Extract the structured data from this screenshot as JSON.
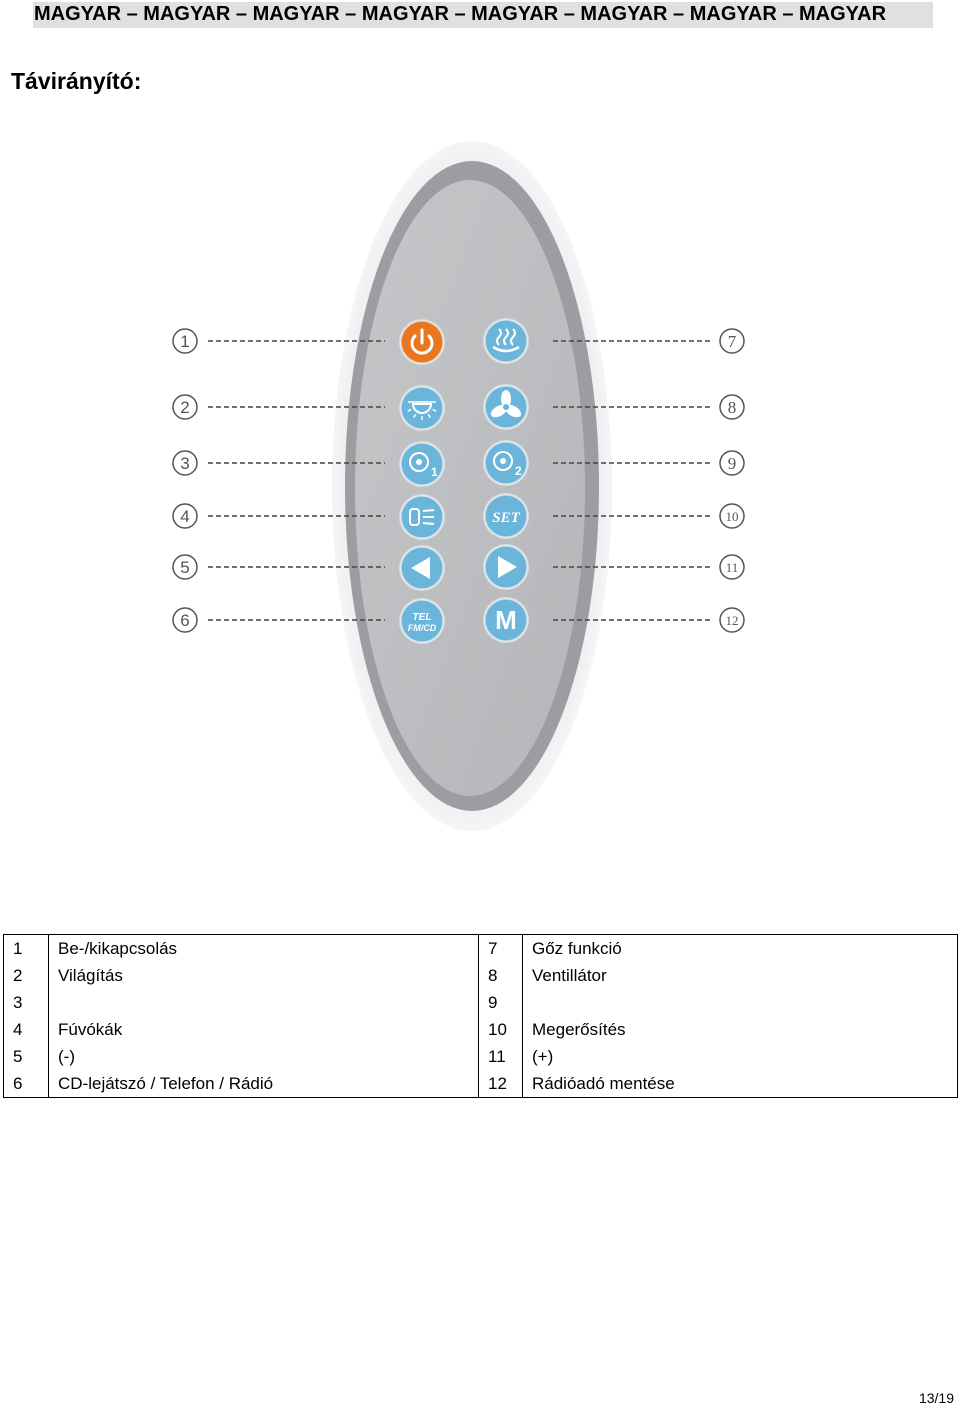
{
  "header": {
    "text": "MAGYAR – MAGYAR – MAGYAR – MAGYAR – MAGYAR – MAGYAR – MAGYAR – MAGYAR"
  },
  "section_title": "Távirányító:",
  "remote": {
    "callouts_left": [
      "1",
      "2",
      "3",
      "4",
      "5",
      "6"
    ],
    "callouts_right": [
      "7",
      "8",
      "9",
      "10",
      "11",
      "12"
    ],
    "buttons_left": [
      {
        "icon": "power-icon",
        "color": "#e87722"
      },
      {
        "icon": "light-icon",
        "color": "#6ab5d9"
      },
      {
        "icon": "nozzle-1-icon",
        "color": "#6ab5d9",
        "glyph": "1"
      },
      {
        "icon": "jets-icon",
        "color": "#6ab5d9"
      },
      {
        "icon": "left-arrow-icon",
        "color": "#6ab5d9"
      },
      {
        "icon": "tel-fm-cd-icon",
        "color": "#6ab5d9",
        "line1": "TEL",
        "line2": "FM/CD"
      }
    ],
    "buttons_right": [
      {
        "icon": "steam-icon",
        "color": "#6ab5d9"
      },
      {
        "icon": "fan-icon",
        "color": "#6ab5d9"
      },
      {
        "icon": "nozzle-2-icon",
        "color": "#6ab5d9",
        "glyph": "2"
      },
      {
        "icon": "set-icon",
        "color": "#6ab5d9",
        "glyph": "SET"
      },
      {
        "icon": "right-arrow-icon",
        "color": "#6ab5d9"
      },
      {
        "icon": "memory-icon",
        "color": "#6ab5d9",
        "glyph": "M"
      }
    ]
  },
  "legend": {
    "rows": [
      {
        "n1": "1",
        "l1": "Be-/kikapcsolás",
        "n2": "7",
        "l2": "Gőz funkció"
      },
      {
        "n1": "2",
        "l1": "Világítás",
        "n2": "8",
        "l2": "Ventillátor"
      },
      {
        "n1": "3",
        "l1": "",
        "n2": "9",
        "l2": ""
      },
      {
        "n1": "4",
        "l1": "Fúvókák",
        "n2": "10",
        "l2": "Megerősítés"
      },
      {
        "n1": "5",
        "l1": "(-)",
        "n2": "11",
        "l2": "(+)"
      },
      {
        "n1": "6",
        "l1": "CD-lejátszó / Telefon / Rádió",
        "n2": "12",
        "l2": "Rádióadó mentése"
      }
    ]
  },
  "page_number": "13/19"
}
